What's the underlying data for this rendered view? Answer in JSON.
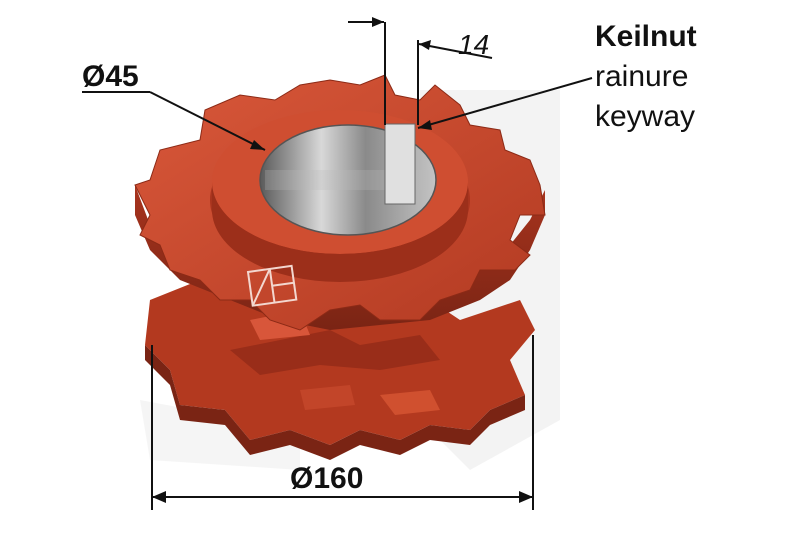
{
  "dimensions": {
    "bore_diameter": "Ø45",
    "keyway_width": "14",
    "outer_diameter": "Ø160"
  },
  "keyway_label": {
    "de": "Keilnut",
    "fr": "rainure",
    "en": "keyway"
  },
  "colors": {
    "part": "#c8442a",
    "part_light": "#e06a4c",
    "part_dark": "#8c2a16",
    "part_shadow": "#6e1f10",
    "bore": "#9a9a9a",
    "watermark": "#f1f1f1",
    "line": "#111111"
  }
}
